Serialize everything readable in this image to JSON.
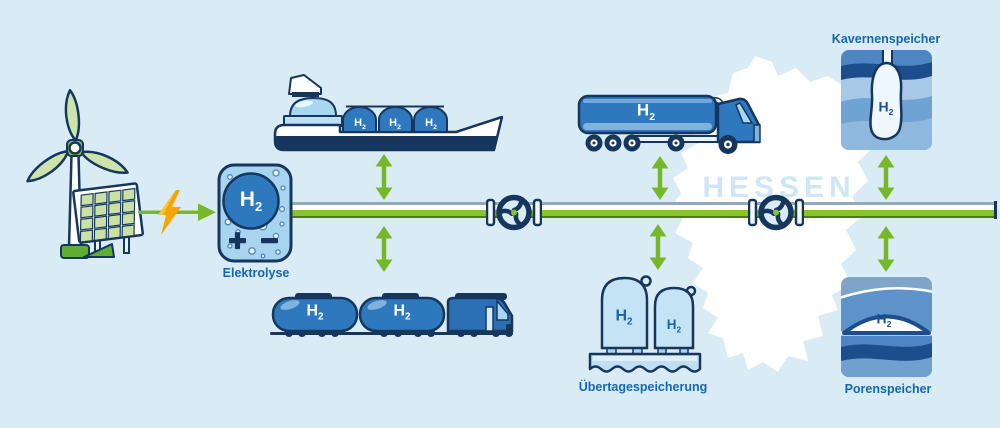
{
  "scene": {
    "region_watermark": "HESSEN",
    "h2": {
      "main": "H",
      "sub": "2"
    },
    "labels": {
      "electrolysis": "Elektrolyse",
      "cavern_storage": "Kavernenspeicher",
      "surface_storage": "Übertagespeicherung",
      "pore_storage": "Porenspeicher"
    },
    "colors": {
      "background": "#D9ECF6",
      "navy_outline": "#17365D",
      "h2_blue": "#2E79BE",
      "light_blue": "#A9D6F0",
      "pale_tank_blue": "#C4E4F6",
      "arrow_green": "#76B82A",
      "pipeline_green": "#87C32B",
      "lightning_orange": "#F7A600",
      "wind_solar_green": "#CDE3AC",
      "map_white": "#FFFFFF",
      "watermark_blue": "#CFE7F5",
      "label_blue": "#1567B1",
      "strata_navy": "#1D4E8C"
    }
  }
}
